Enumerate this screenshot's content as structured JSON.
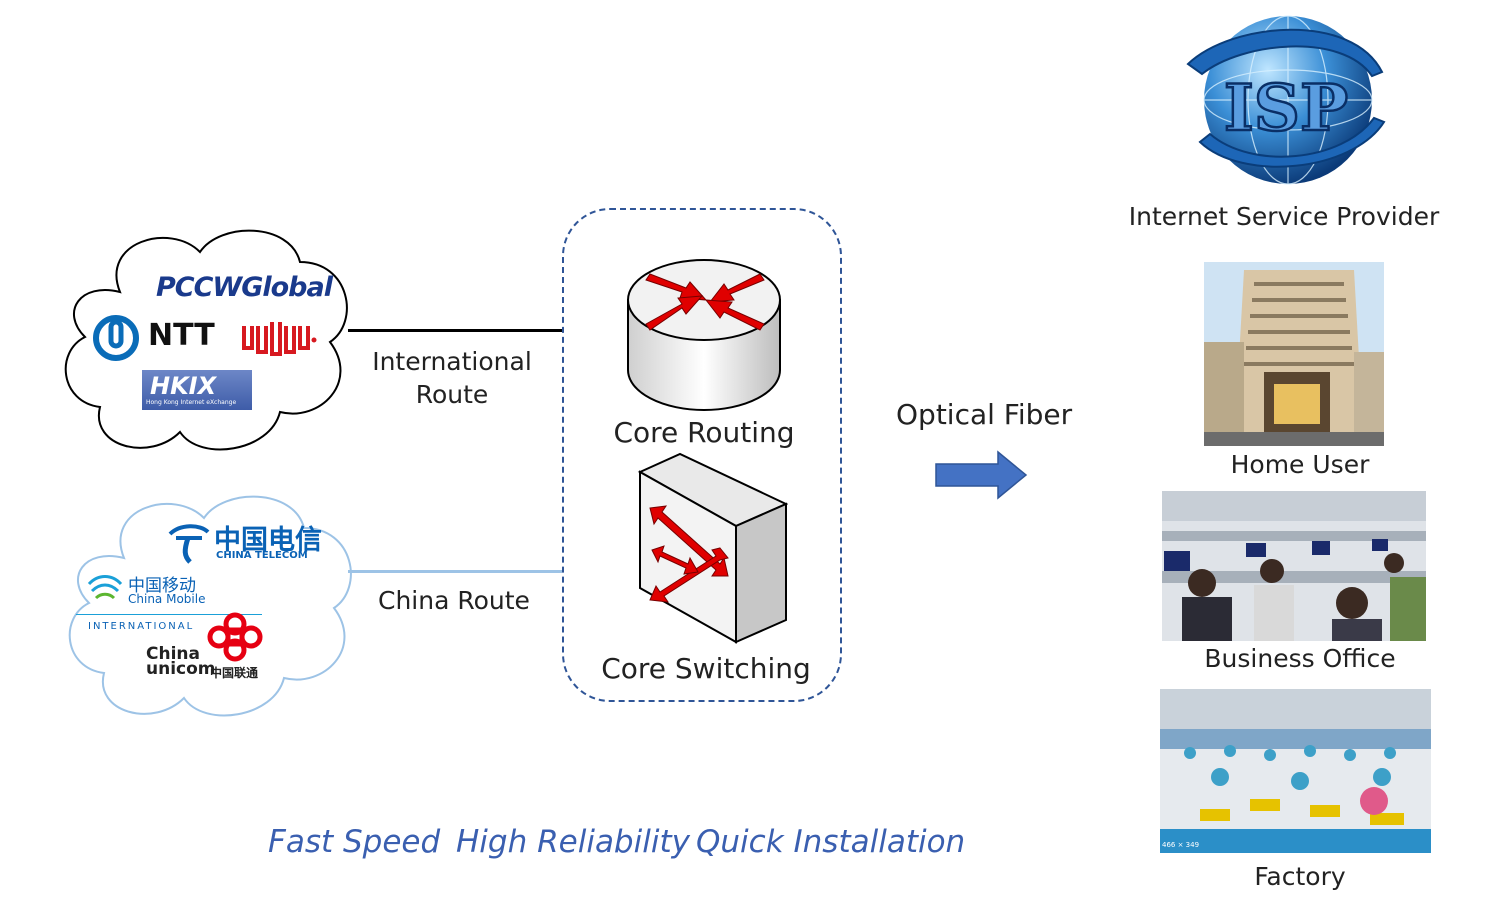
{
  "carriers_international": {
    "logos": [
      "PCCWGlobal",
      "NTT",
      "HKIX"
    ],
    "hkix_caption": "Hong Kong Internet eXchange"
  },
  "carriers_china": {
    "telecom_cn": "中国电信",
    "telecom_en": "CHINA TELECOM",
    "mobile_cn": "中国移动",
    "mobile_en": "China Mobile",
    "international": "INTERNATIONAL",
    "unicom_en_1": "China",
    "unicom_en_2": "unicom",
    "unicom_cn": "中国联通"
  },
  "routes": {
    "international": [
      "International",
      "Route"
    ],
    "china": "China Route"
  },
  "core": {
    "routing": "Core Routing",
    "switching": "Core Switching"
  },
  "link": {
    "label": "Optical Fiber"
  },
  "destinations": [
    {
      "label": "Internet Service Provider",
      "logo_text": "ISP"
    },
    {
      "label": "Home User"
    },
    {
      "label": "Business Office"
    },
    {
      "label": "Factory",
      "image_caption": "466 × 349"
    }
  ],
  "taglines": [
    "Fast Speed",
    "High Reliability",
    "Quick Installation"
  ],
  "colors": {
    "accent_blue": "#4472c4",
    "tagline_blue": "#3a5fb0",
    "international_line": "#000000",
    "china_line": "#9dc3e6",
    "dash_border": "#2f5597",
    "router_red": "#e00000"
  }
}
